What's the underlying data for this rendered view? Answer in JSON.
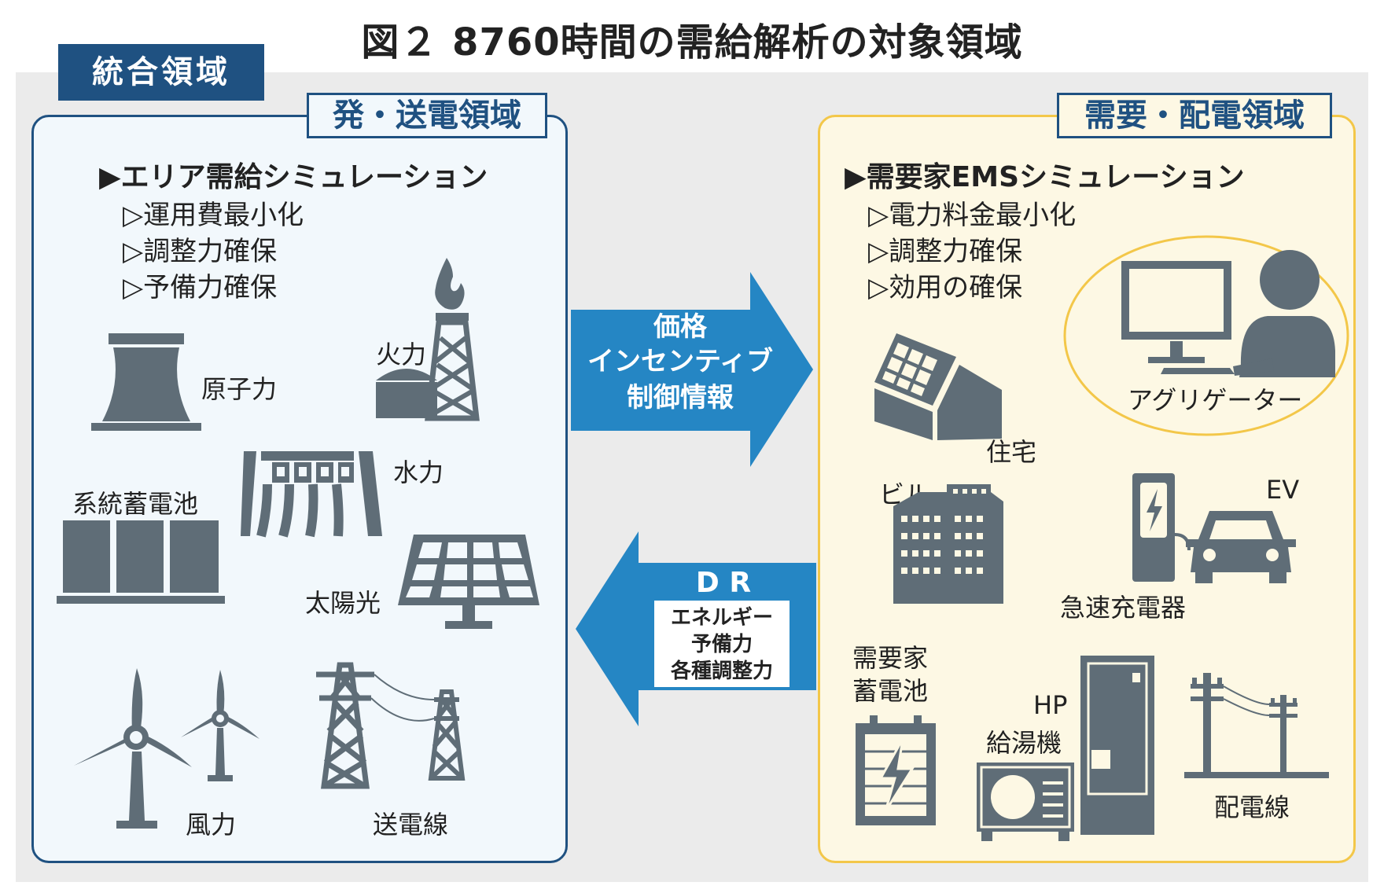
{
  "title": "図２ 8760時間の需給解析の対象領域",
  "integrated_label": "統合領域",
  "left": {
    "label": "発・送電領域",
    "heading": "▶エリア需給シミュレーション",
    "bullets": [
      "▷運用費最小化",
      "▷調整力確保",
      "▷予備力確保"
    ],
    "items": {
      "nuclear": "原子力",
      "thermal": "火力",
      "hydro": "水力",
      "grid_battery": "系統蓄電池",
      "solar": "太陽光",
      "wind": "風力",
      "transmission": "送電線"
    }
  },
  "right": {
    "label": "需要・配電領域",
    "heading": "▶需要家EMSシミュレーション",
    "bullets": [
      "▷電力料金最小化",
      "▷調整力確保",
      "▷効用の確保"
    ],
    "items": {
      "aggregator": "アグリゲーター",
      "house": "住宅",
      "building": "ビル",
      "ev": "EV",
      "fast_charger": "急速充電器",
      "consumer_battery": "需要家\n蓄電池",
      "hp_line1": "HP",
      "hp_line2": "給湯機",
      "distribution": "配電線"
    }
  },
  "arrow_right": {
    "lines": [
      "価格",
      "インセンティブ",
      "制御情報"
    ]
  },
  "arrow_left": {
    "title": "D R",
    "lines": [
      "エネルギー",
      "予備力",
      "各種調整力"
    ]
  },
  "colors": {
    "navy": "#1f5181",
    "arrow_blue": "#2586c4",
    "icon_gray": "#5f6d77",
    "yellow_border": "#f3c749"
  }
}
